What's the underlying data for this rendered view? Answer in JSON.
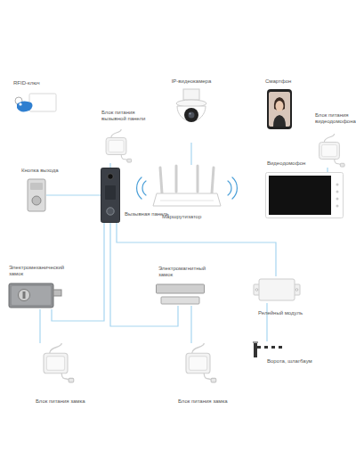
{
  "diagram": {
    "nodes": [
      {
        "text": [
          "RFID-ключ"
        ]
      },
      {
        "text": [
          "IP-видеокамера"
        ]
      },
      {
        "text": [
          "Смартфон"
        ]
      },
      {
        "text": [
          "Блок питания вызывной панели"
        ]
      },
      {
        "text": [
          "Блок питания видеодомофона"
        ]
      },
      {
        "text": [
          "Кнопка выхода"
        ]
      },
      {
        "text": [
          "Вызывная панель"
        ]
      },
      {
        "text": [
          "Маршрутизатор"
        ]
      },
      {
        "text": [
          "Видеодомофон"
        ]
      },
      {
        "text": [
          "Электромеханический замок"
        ]
      },
      {
        "text": [
          "Электромагнитный замок"
        ]
      },
      {
        "text": [
          "Релейный модуль"
        ]
      },
      {
        "text": [
          "Ворота, шлагбаум"
        ]
      },
      {
        "text": [
          "Блок питания замка"
        ]
      },
      {
        "text": [
          "Блок питания замка"
        ]
      }
    ],
    "edges": [
      {
        "from": 3,
        "to": 6,
        "arrow": "none"
      },
      {
        "from": 1,
        "to": 7,
        "arrow": "none"
      },
      {
        "from": 5,
        "to": 6,
        "arrow": "none"
      },
      {
        "from": 6,
        "to": 9,
        "arrow": "none"
      },
      {
        "from": 6,
        "to": 10,
        "arrow": "none"
      },
      {
        "from": 6,
        "to": 11,
        "arrow": "none"
      },
      {
        "from": 11,
        "to": 12,
        "arrow": "none"
      },
      {
        "from": 9,
        "to": 13,
        "arrow": "none"
      },
      {
        "from": 10,
        "to": 14,
        "arrow": "none"
      },
      {
        "from": 4,
        "to": 8,
        "arrow": "none"
      }
    ]
  }
}
